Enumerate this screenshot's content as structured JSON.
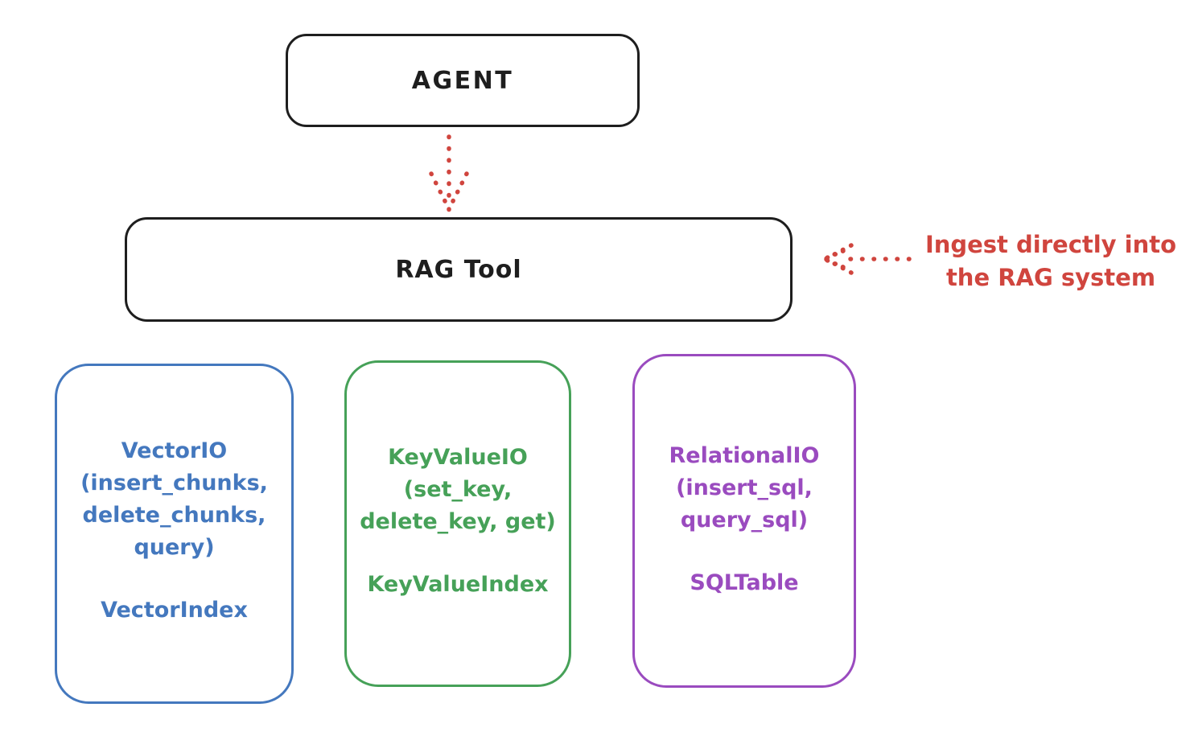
{
  "diagram": {
    "agent": {
      "label": "AGENT"
    },
    "rag_tool": {
      "label": "RAG Tool"
    },
    "annotation": {
      "line1": "Ingest directly into",
      "line2": "the RAG system"
    },
    "stores": [
      {
        "lines": [
          "VectorIO",
          "(insert_chunks,",
          "delete_chunks,",
          "query)"
        ],
        "index": "VectorIndex",
        "color": "#4478be"
      },
      {
        "lines": [
          "KeyValueIO",
          "(set_key,",
          "delete_key, get)"
        ],
        "index": "KeyValueIndex",
        "color": "#46a158"
      },
      {
        "lines": [
          "RelationalIO",
          "(insert_sql,",
          "query_sql)"
        ],
        "index": "SQLTable",
        "color": "#9a4bbf"
      }
    ],
    "colors": {
      "stroke_black": "#1e1e1e",
      "accent_red": "#d0453e",
      "blue": "#4478be",
      "green": "#46a158",
      "purple": "#9a4bbf",
      "background": "#ffffff"
    }
  }
}
